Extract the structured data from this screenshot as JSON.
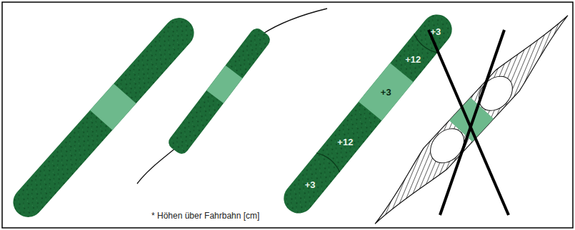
{
  "diagram": {
    "caption": "* Höhen über Fahrbahn [cm]",
    "labels": [
      "+3",
      "+12",
      "+3",
      "+12",
      "+3"
    ]
  }
}
